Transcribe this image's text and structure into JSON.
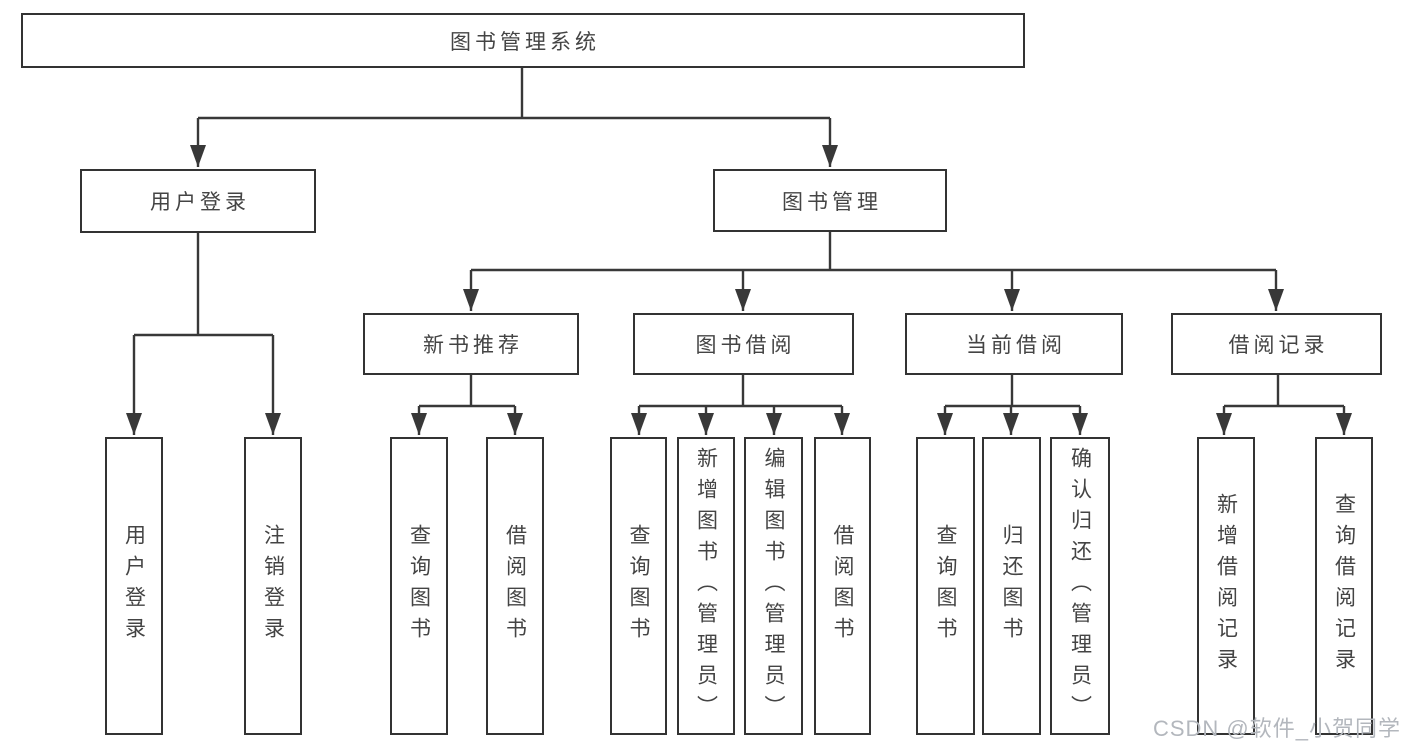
{
  "colors": {
    "line": "#383838",
    "box_border": "#333333",
    "box_background": "#ffffff",
    "text": "#444444",
    "watermark": "#b3b7bd"
  },
  "watermark": {
    "text": "CSDN @软件_小贺同学"
  },
  "diagram": {
    "type": "hierarchy-tree",
    "root": {
      "label": "图书管理系统"
    },
    "branches": [
      {
        "label": "用户登录",
        "children": [
          {
            "label": "用户登录"
          },
          {
            "label": "注销登录"
          }
        ]
      },
      {
        "label": "图书管理",
        "children": [
          {
            "label": "新书推荐",
            "children": [
              {
                "label": "查询图书"
              },
              {
                "label": "借阅图书"
              }
            ]
          },
          {
            "label": "图书借阅",
            "children": [
              {
                "label": "查询图书"
              },
              {
                "label": "新增图书（管理员）"
              },
              {
                "label": "编辑图书（管理员）"
              },
              {
                "label": "借阅图书"
              }
            ]
          },
          {
            "label": "当前借阅",
            "children": [
              {
                "label": "查询图书"
              },
              {
                "label": "归还图书"
              },
              {
                "label": "确认归还（管理员）"
              }
            ]
          },
          {
            "label": "借阅记录",
            "children": [
              {
                "label": "新增借阅记录"
              },
              {
                "label": "查询借阅记录"
              }
            ]
          }
        ]
      }
    ]
  }
}
